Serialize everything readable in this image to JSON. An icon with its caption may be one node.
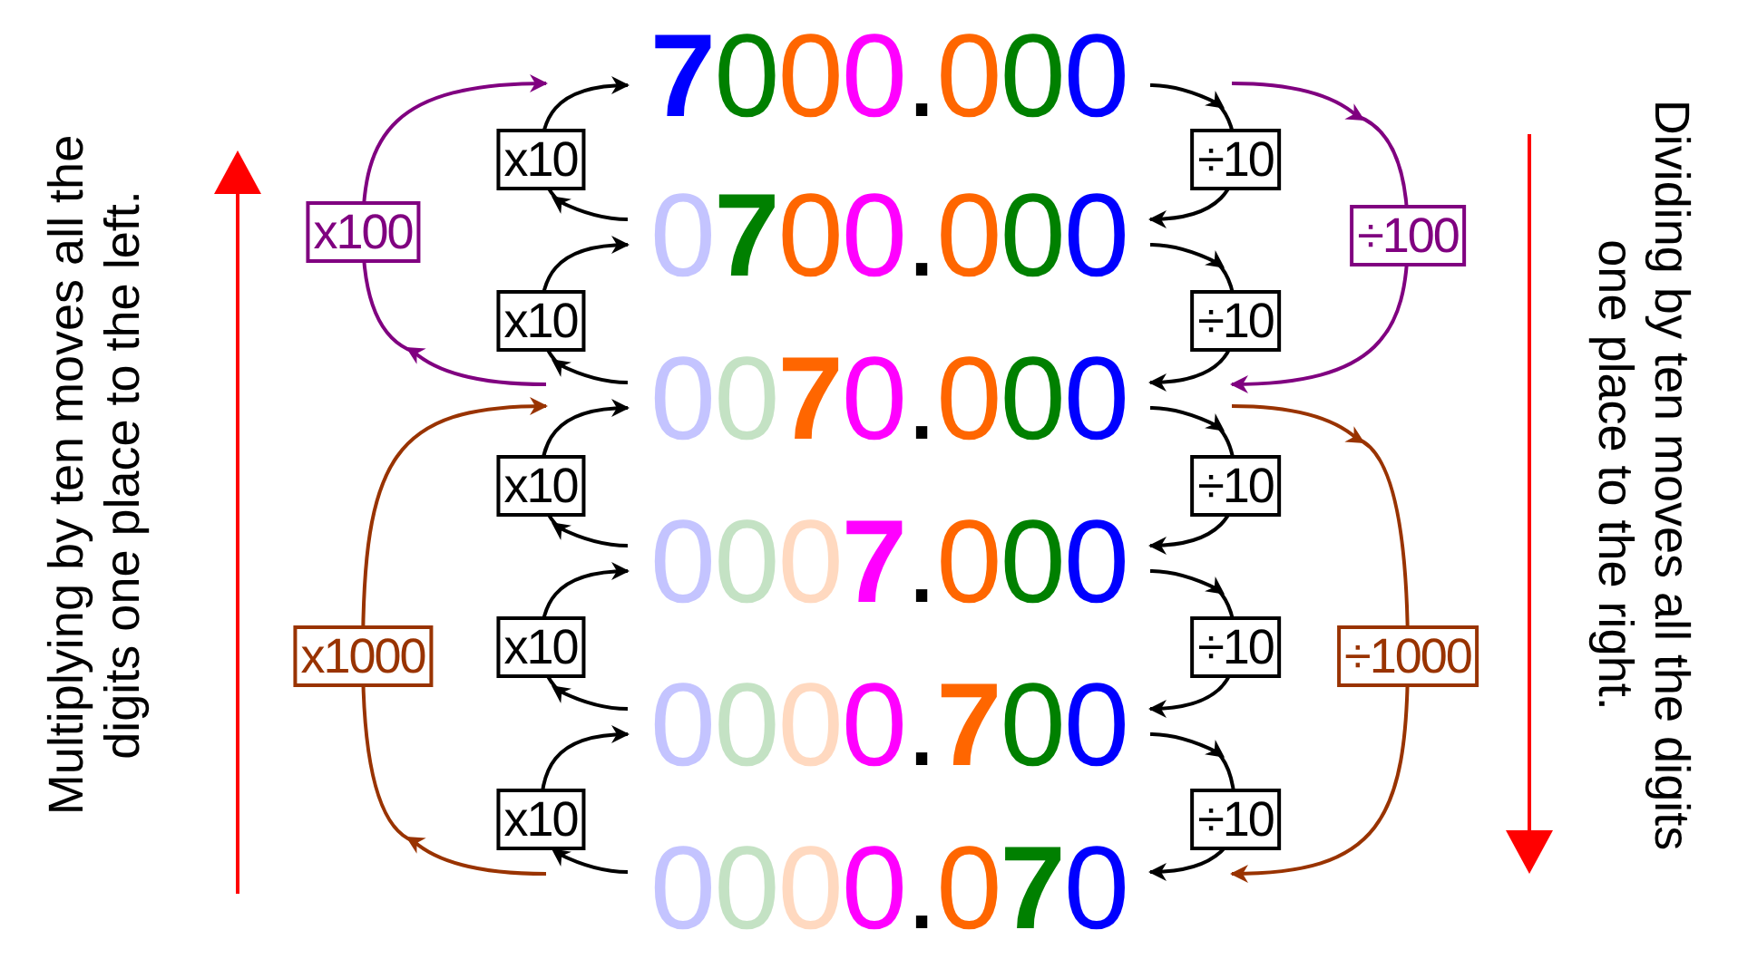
{
  "diagram": {
    "nodes": [
      {
        "text": [
          "**7**000.000"
        ]
      },
      {
        "text": [
          "0**7**00.000"
        ]
      },
      {
        "text": [
          "00**7**0.000"
        ]
      },
      {
        "text": [
          "000**7**.000"
        ]
      },
      {
        "text": [
          "0000.**7**00"
        ]
      },
      {
        "text": [
          "0000.0**7**0"
        ]
      }
    ],
    "edges": [
      {
        "from": 1,
        "to": 0,
        "arrow": "to",
        "label": "x10"
      },
      {
        "from": 2,
        "to": 1,
        "arrow": "to",
        "label": "x10"
      },
      {
        "from": 3,
        "to": 2,
        "arrow": "to",
        "label": "x10"
      },
      {
        "from": 4,
        "to": 3,
        "arrow": "to",
        "label": "x10"
      },
      {
        "from": 5,
        "to": 4,
        "arrow": "to",
        "label": "x10"
      },
      {
        "from": 0,
        "to": 1,
        "arrow": "to",
        "label": "÷10"
      },
      {
        "from": 1,
        "to": 2,
        "arrow": "to",
        "label": "÷10"
      },
      {
        "from": 2,
        "to": 3,
        "arrow": "to",
        "label": "÷10"
      },
      {
        "from": 3,
        "to": 4,
        "arrow": "to",
        "label": "÷10"
      },
      {
        "from": 4,
        "to": 5,
        "arrow": "to",
        "label": "÷10"
      },
      {
        "from": 2,
        "to": 0,
        "arrow": "to",
        "label": "x100",
        "color": "#800080"
      },
      {
        "from": 5,
        "to": 2,
        "arrow": "to",
        "label": "x1000",
        "color": "#993300"
      },
      {
        "from": 0,
        "to": 2,
        "arrow": "to",
        "label": "÷100",
        "color": "#800080"
      },
      {
        "from": 2,
        "to": 5,
        "arrow": "to",
        "label": "÷1000",
        "color": "#993300"
      }
    ],
    "labels": [
      "Multiplying by ten moves all the digits one place to the left.",
      "Dividing by ten moves all the digits one place to the right."
    ]
  }
}
